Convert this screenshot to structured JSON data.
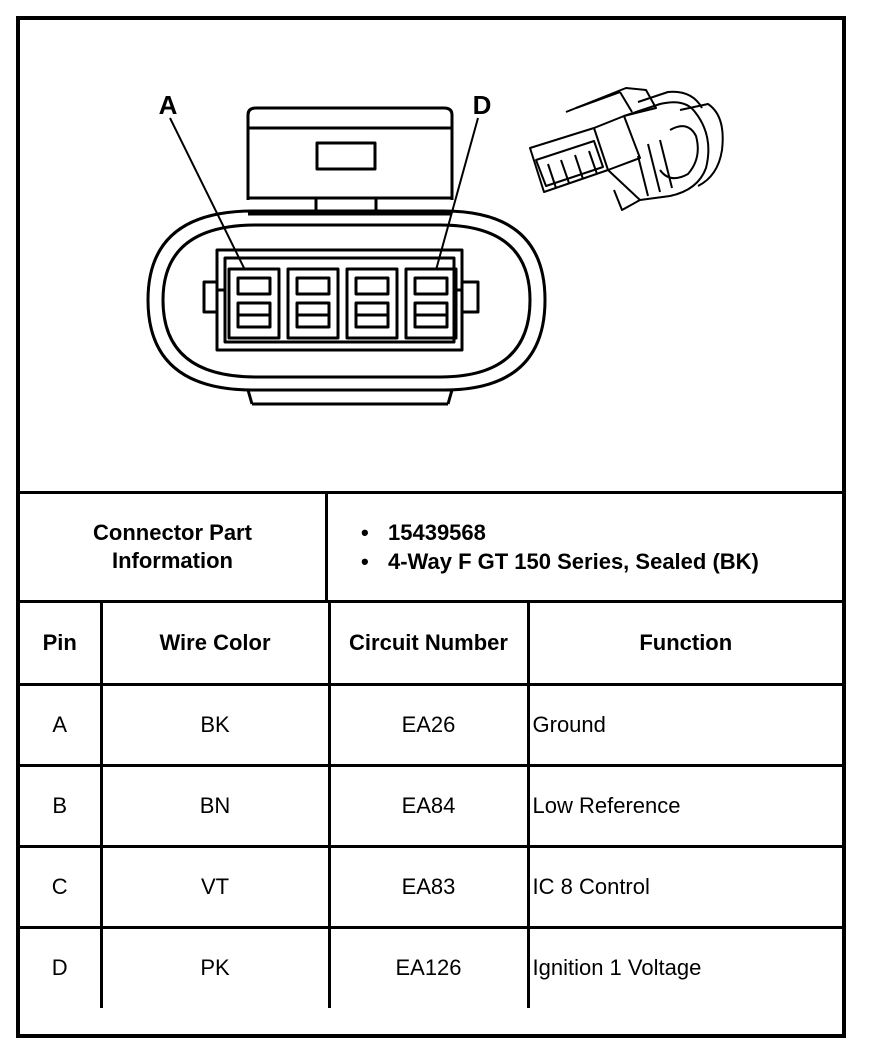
{
  "diagram": {
    "pin_callouts": [
      "A",
      "D"
    ],
    "pin_count": 4
  },
  "connector_info": {
    "label_line1": "Connector Part",
    "label_line2": "Information",
    "items": [
      "15439568",
      "4-Way F GT 150 Series, Sealed (BK)"
    ]
  },
  "table": {
    "headers": [
      "Pin",
      "Wire Color",
      "Circuit Number",
      "Function"
    ],
    "rows": [
      {
        "pin": "A",
        "wire_color": "BK",
        "circuit": "EA26",
        "function": "Ground"
      },
      {
        "pin": "B",
        "wire_color": "BN",
        "circuit": "EA84",
        "function": "Low Reference"
      },
      {
        "pin": "C",
        "wire_color": "VT",
        "circuit": "EA83",
        "function": "IC 8 Control"
      },
      {
        "pin": "D",
        "wire_color": "PK",
        "circuit": "EA126",
        "function": "Ignition 1 Voltage"
      }
    ]
  }
}
